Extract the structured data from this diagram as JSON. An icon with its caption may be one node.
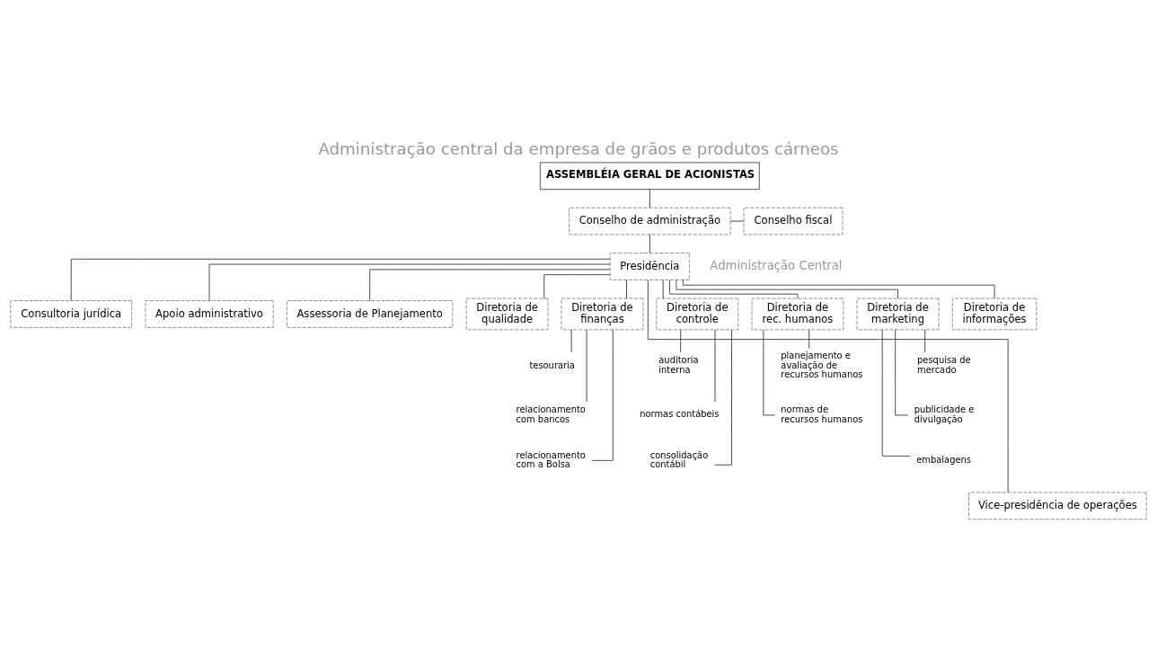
{
  "diagram": {
    "title": "Administração central da empresa de grãos e produtos cárneos",
    "nodes": [
      {
        "text": [
          "ASSEMBLÉIA GERAL DE ACIONISTAS"
        ]
      },
      {
        "text": [
          "Conselho de administração"
        ]
      },
      {
        "text": [
          "Conselho fiscal"
        ]
      },
      {
        "text": [
          "Presidência"
        ]
      },
      {
        "text": [
          "Consultoria jurídica"
        ]
      },
      {
        "text": [
          "Apoio administrativo"
        ]
      },
      {
        "text": [
          "Assessoria de Planejamento"
        ]
      },
      {
        "text": [
          "Diretoria de qualidade"
        ]
      },
      {
        "text": [
          "Diretoria de finanças"
        ]
      },
      {
        "text": [
          "Diretoria de controle"
        ]
      },
      {
        "text": [
          "Diretoria de rec. humanos"
        ]
      },
      {
        "text": [
          "Diretoria de marketing"
        ]
      },
      {
        "text": [
          "Diretoria de informações"
        ]
      },
      {
        "text": [
          "tesouraria"
        ]
      },
      {
        "text": [
          "relacionamento com bancos"
        ]
      },
      {
        "text": [
          "relacionamento com a Bolsa"
        ]
      },
      {
        "text": [
          "auditoria interna"
        ]
      },
      {
        "text": [
          "normas contábeis"
        ]
      },
      {
        "text": [
          "consolidação contábil"
        ]
      },
      {
        "text": [
          "planejamento e avaliação de recursos humanos"
        ]
      },
      {
        "text": [
          "normas de recursos humanos"
        ]
      },
      {
        "text": [
          "pesquisa de mercado"
        ]
      },
      {
        "text": [
          "publicidade e divulgação"
        ]
      },
      {
        "text": [
          "embalagens"
        ]
      },
      {
        "text": [
          "Vice-presidência de operações"
        ]
      }
    ],
    "edges": [
      {
        "from": 0,
        "to": 1,
        "arrow": "none"
      },
      {
        "from": 1,
        "to": 2,
        "arrow": "none"
      },
      {
        "from": 1,
        "to": 3,
        "arrow": "none"
      },
      {
        "from": 3,
        "to": 4,
        "arrow": "none"
      },
      {
        "from": 3,
        "to": 5,
        "arrow": "none"
      },
      {
        "from": 3,
        "to": 6,
        "arrow": "none"
      },
      {
        "from": 3,
        "to": 7,
        "arrow": "none"
      },
      {
        "from": 3,
        "to": 8,
        "arrow": "none"
      },
      {
        "from": 3,
        "to": 9,
        "arrow": "none"
      },
      {
        "from": 3,
        "to": 10,
        "arrow": "none"
      },
      {
        "from": 3,
        "to": 11,
        "arrow": "none"
      },
      {
        "from": 3,
        "to": 12,
        "arrow": "none"
      },
      {
        "from": 8,
        "to": 13,
        "arrow": "none"
      },
      {
        "from": 8,
        "to": 14,
        "arrow": "none"
      },
      {
        "from": 8,
        "to": 15,
        "arrow": "none"
      },
      {
        "from": 9,
        "to": 16,
        "arrow": "none"
      },
      {
        "from": 9,
        "to": 17,
        "arrow": "none"
      },
      {
        "from": 9,
        "to": 18,
        "arrow": "none"
      },
      {
        "from": 10,
        "to": 19,
        "arrow": "none"
      },
      {
        "from": 10,
        "to": 20,
        "arrow": "none"
      },
      {
        "from": 11,
        "to": 21,
        "arrow": "none"
      },
      {
        "from": 11,
        "to": 22,
        "arrow": "none"
      },
      {
        "from": 11,
        "to": 23,
        "arrow": "none"
      },
      {
        "from": 3,
        "to": 24,
        "arrow": "none"
      }
    ],
    "labels": [
      "Administração Central"
    ]
  }
}
